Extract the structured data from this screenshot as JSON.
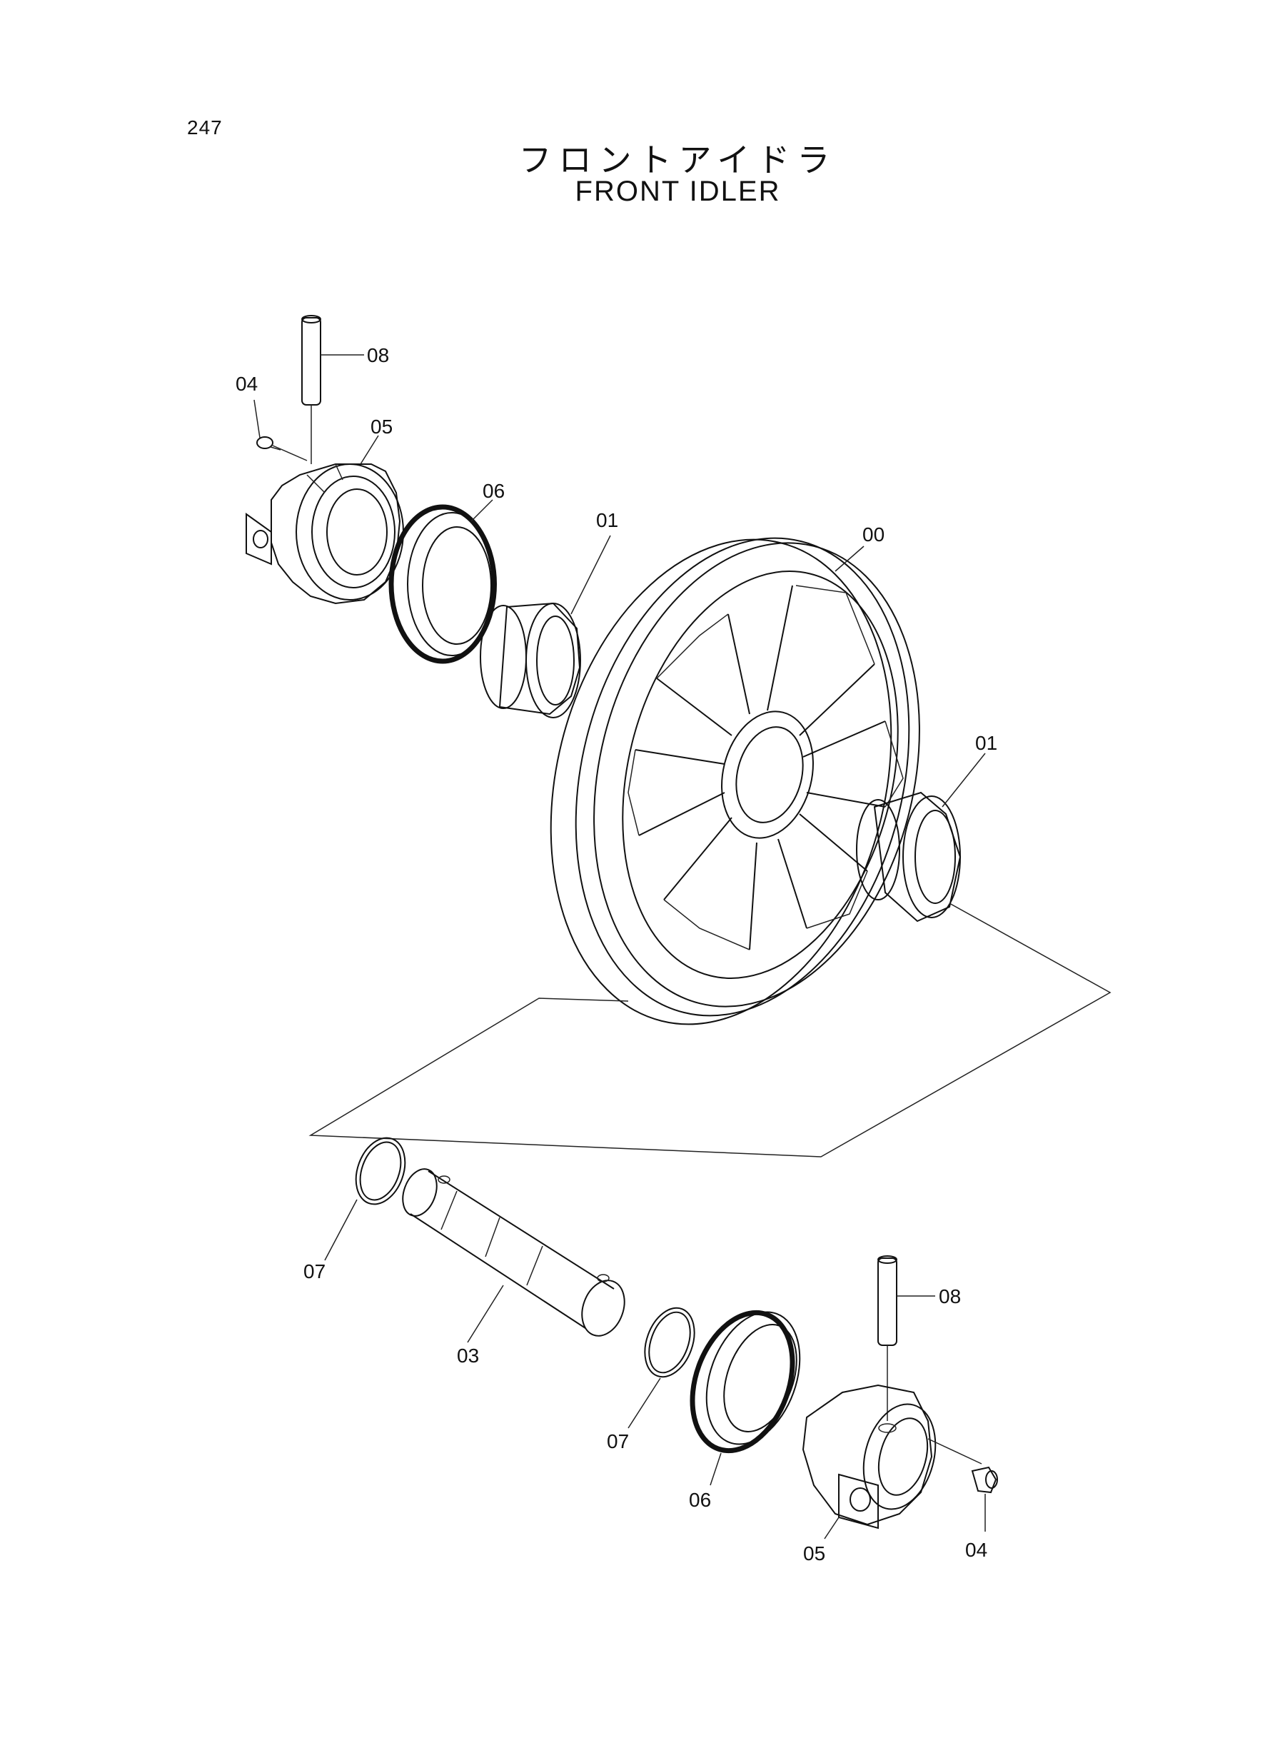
{
  "page_number": "247",
  "title_jp": "フロントアイドラ",
  "title_en": "FRONT  IDLER",
  "callouts": {
    "idler": "00",
    "bushing_upper": "01",
    "bushing_lower": "01",
    "shaft": "03",
    "plug_upper": "04",
    "plug_lower": "04",
    "bracket_upper": "05",
    "bracket_lower": "05",
    "seal_upper": "06",
    "seal_lower": "06",
    "oring_left": "07",
    "oring_right": "07",
    "pin_upper": "08",
    "pin_lower": "08"
  }
}
